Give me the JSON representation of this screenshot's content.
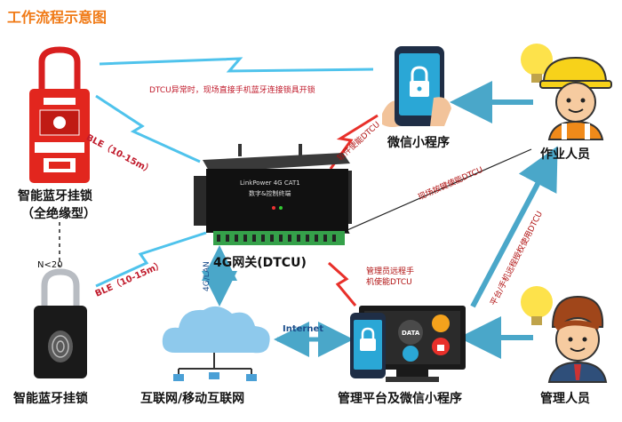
{
  "title": "工作流程示意图",
  "nodes": {
    "bt_lock_top": {
      "label1": "智能蓝牙挂锁",
      "label2": "（全绝缘型）"
    },
    "bt_lock_bottom": {
      "label": "智能蓝牙挂锁"
    },
    "gateway": {
      "label": "4G网关(DTCU)",
      "brand": "LinkPower 4G CAT1",
      "sub": "数字&控制终端"
    },
    "wechat_mini": {
      "label": "微信小程序"
    },
    "worker": {
      "label": "作业人员"
    },
    "manager": {
      "label": "管理人员"
    },
    "internet": {
      "label": "互联网/移动互联网"
    },
    "platform": {
      "label": "管理平台及微信小程序",
      "data_badge": "DATA"
    }
  },
  "edges": {
    "dtcu_fail": "DTCU异常时，现场直接手机蓝牙连接锁具开锁",
    "ble_top": "BLE（10-15m）",
    "ble_bottom": "BLE（10-15m）",
    "n_count": "N<20",
    "software_enable": "软件使能DTCU",
    "onsite_key": "现场按键使能DTCU",
    "remote_manager_1": "管理员远程手",
    "remote_manager_2": "机使能DTCU",
    "lan": "4G/LAN",
    "internet_link": "Internet",
    "remote_auth": "平台/手机远程授权使用DTCU"
  }
}
